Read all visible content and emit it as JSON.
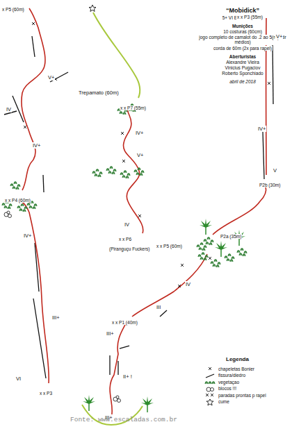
{
  "diagram": {
    "title": "“Mobidick”",
    "labels": [
      "5+ VI E2/3 D2 340m",
      "Munições",
      "10 costuras (60cm)",
      "jogo completo de camalot do .2 ao 5(repetir médios)",
      "corda de 60m (2x para rapel)",
      "Aberturistas",
      "Alexandre Vieira",
      "Vinicius Pugaciov",
      "Roberto Sponchiado",
      "abril de 2018",
      "x P5 (60m)",
      "V+",
      "IV",
      "IV+",
      "x x P4 (60m)",
      "IV+",
      "III+",
      "VI",
      "x x P3",
      "Trepamato (60m)",
      "x x P7 (55m)",
      "IV+",
      "V+",
      "IV",
      "x x P6",
      "(Piranguçu Fuckers)",
      "x x P5 (60m)",
      "x x P3 (55m)",
      "V+",
      "IV+",
      "V",
      "P2b (30m)",
      "P2a (35m)",
      "IV",
      "III",
      "x x P1 (40m)",
      "III+",
      "II+ !",
      "III+",
      "Legenda",
      "Fonte: www.escaladas.com.br"
    ],
    "legend": [
      {
        "text": "chapeletas Bonier"
      },
      {
        "text": "fissura/diedro"
      },
      {
        "text": "vegetaçao"
      },
      {
        "text": "blocos !!!"
      },
      {
        "text": "paradas prontas p rapel"
      },
      {
        "text": "cume"
      }
    ]
  }
}
